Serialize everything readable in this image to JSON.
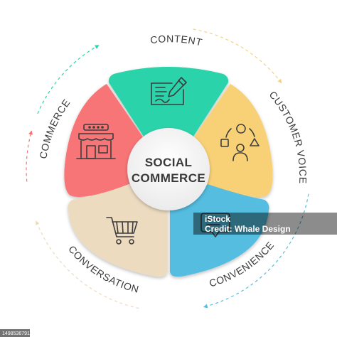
{
  "center": {
    "line1": "SOCIAL",
    "line2": "COMMERCE"
  },
  "segments": [
    {
      "name": "content",
      "label": "CONTENT",
      "color": "#2ad3a9",
      "icon": "document-pen-icon"
    },
    {
      "name": "customer-voice",
      "label": "CUSTOMER VOICE",
      "color": "#f8d176",
      "icon": "people-shapes-icon"
    },
    {
      "name": "convenience",
      "label": "CONVENIENCE",
      "color": "#55bde0",
      "icon": "speech-bubble-icon"
    },
    {
      "name": "conversation",
      "label": "CONVERSATION",
      "color": "#ecdbbf",
      "icon": "shopping-cart-icon"
    },
    {
      "name": "commerce",
      "label": "COMMERCE",
      "color": "#f77577",
      "icon": "storefront-icon"
    }
  ],
  "arc_colors": [
    "#2ad3a9",
    "#f8d176",
    "#55bde0",
    "#ecdbbf",
    "#f77577"
  ],
  "watermark": {
    "credit": "Credit: Whale Design",
    "logo_text": "iStock",
    "image_id": "1498536791"
  }
}
